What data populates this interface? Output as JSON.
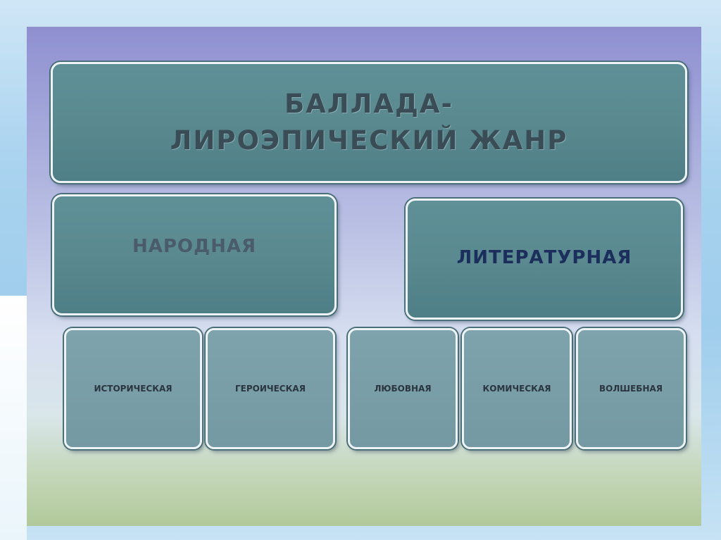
{
  "title": {
    "line1": "БАЛЛАДА-",
    "line2": "ЛИРОЭПИЧЕСКИЙ ЖАНР"
  },
  "categories": {
    "folk": "НАРОДНАЯ",
    "literary": "ЛИТЕРАТУРНАЯ"
  },
  "subtypes": [
    "ИСТОРИЧЕСКАЯ",
    "ГЕРОИЧЕСКАЯ",
    "ЛЮБОВНАЯ",
    "КОМИЧЕСКАЯ",
    "ВОЛШЕБНАЯ"
  ]
}
